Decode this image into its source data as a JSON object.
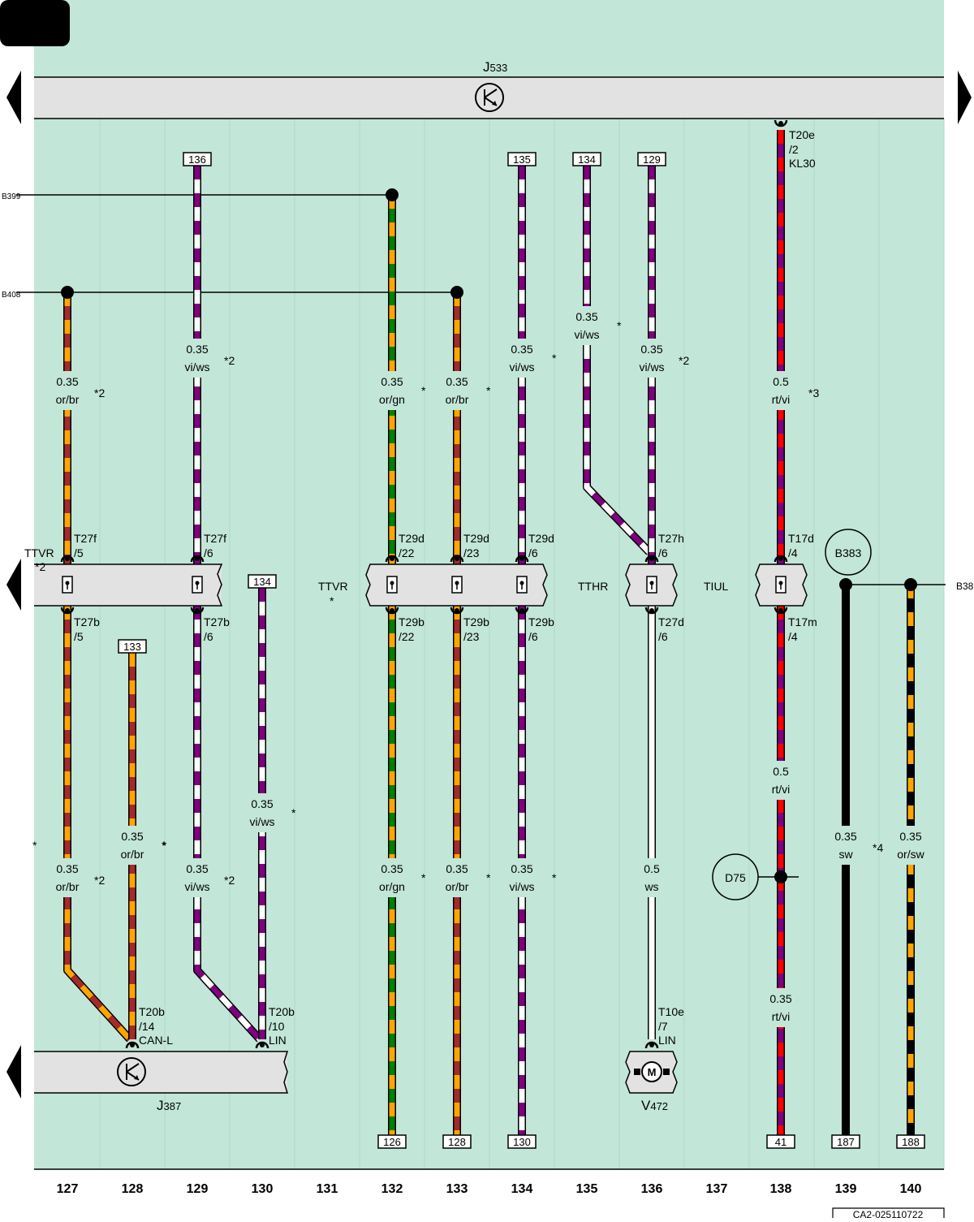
{
  "page_tag": "",
  "colors": {
    "background": "#c2e6d8",
    "module_fill": "#e2e2e2",
    "or": "#ffa500",
    "br": "#a52a2a",
    "gn": "#008000",
    "vi": "#800080",
    "ws": "#ffffff",
    "rt": "#ff0000",
    "sw": "#000000"
  },
  "modules": [
    {
      "id": "j533",
      "name": "J",
      "sub": "533",
      "icon": "control-unit-icon"
    },
    {
      "id": "j387",
      "name": "J",
      "sub": "387",
      "icon": "control-unit-icon"
    },
    {
      "id": "v472",
      "name": "V",
      "sub": "472",
      "icon": "motor-icon",
      "icon_text": "M"
    }
  ],
  "bus_bars": [
    {
      "id": "b399",
      "label": "B399"
    },
    {
      "id": "b408",
      "label": "B408"
    },
    {
      "id": "b383",
      "label": "B38"
    }
  ],
  "splices": [
    {
      "id": "b383",
      "label": "B383"
    },
    {
      "id": "d75",
      "label": "D75"
    }
  ],
  "connector_labels": [
    {
      "id": "ttvr-left",
      "text": "TTVR",
      "note": "*2"
    },
    {
      "id": "ttvr-mid",
      "text": "TTVR",
      "note": "*"
    },
    {
      "id": "tthr",
      "text": "TTHR",
      "note": ""
    },
    {
      "id": "tiul",
      "text": "TIUL",
      "note": ""
    }
  ],
  "reference_boxes": [
    "136",
    "135",
    "134",
    "129",
    "134",
    "133",
    "126",
    "128",
    "130",
    "41",
    "187",
    "188"
  ],
  "wires": [
    {
      "id": "w127a",
      "colors": [
        "or",
        "br"
      ],
      "cross_section": "0.35",
      "color_code": "or/br",
      "note": "*2"
    },
    {
      "id": "w127b",
      "colors": [
        "or",
        "br"
      ],
      "cross_section": "0.35",
      "color_code": "or/br",
      "note": "*2"
    },
    {
      "id": "w128",
      "colors": [
        "or",
        "br"
      ],
      "cross_section": "0.35",
      "color_code": "or/br",
      "note": "*"
    },
    {
      "id": "w129a",
      "colors": [
        "vi",
        "ws"
      ],
      "cross_section": "0.35",
      "color_code": "vi/ws",
      "note": "*2"
    },
    {
      "id": "w129b",
      "colors": [
        "vi",
        "ws"
      ],
      "cross_section": "0.35",
      "color_code": "vi/ws",
      "note": "*2"
    },
    {
      "id": "w130",
      "colors": [
        "vi",
        "ws"
      ],
      "cross_section": "0.35",
      "color_code": "vi/ws",
      "note": "*"
    },
    {
      "id": "w132a",
      "colors": [
        "or",
        "gn"
      ],
      "cross_section": "0.35",
      "color_code": "or/gn",
      "note": "*"
    },
    {
      "id": "w132b",
      "colors": [
        "or",
        "gn"
      ],
      "cross_section": "0.35",
      "color_code": "or/gn",
      "note": "*"
    },
    {
      "id": "w133a",
      "colors": [
        "or",
        "br"
      ],
      "cross_section": "0.35",
      "color_code": "or/br",
      "note": "*"
    },
    {
      "id": "w133b",
      "colors": [
        "or",
        "br"
      ],
      "cross_section": "0.35",
      "color_code": "or/br",
      "note": "*"
    },
    {
      "id": "w134a",
      "colors": [
        "vi",
        "ws"
      ],
      "cross_section": "0.35",
      "color_code": "vi/ws",
      "note": "*"
    },
    {
      "id": "w134b",
      "colors": [
        "vi",
        "ws"
      ],
      "cross_section": "0.35",
      "color_code": "vi/ws",
      "note": "*"
    },
    {
      "id": "w135",
      "colors": [
        "vi",
        "ws"
      ],
      "cross_section": "0.35",
      "color_code": "vi/ws",
      "note": "*"
    },
    {
      "id": "w136a",
      "colors": [
        "vi",
        "ws"
      ],
      "cross_section": "0.35",
      "color_code": "vi/ws",
      "note": "*2"
    },
    {
      "id": "w136b",
      "colors": [
        "ws"
      ],
      "cross_section": "0.5",
      "color_code": "ws",
      "note": ""
    },
    {
      "id": "w138a",
      "colors": [
        "rt",
        "vi"
      ],
      "cross_section": "0.5",
      "color_code": "rt/vi",
      "note": "*3"
    },
    {
      "id": "w138b",
      "colors": [
        "rt",
        "vi"
      ],
      "cross_section": "0.5",
      "color_code": "rt/vi",
      "note": ""
    },
    {
      "id": "w138c",
      "colors": [
        "rt",
        "vi"
      ],
      "cross_section": "0.35",
      "color_code": "rt/vi",
      "note": ""
    },
    {
      "id": "w139",
      "colors": [
        "sw"
      ],
      "cross_section": "0.35",
      "color_code": "sw",
      "note": "*4"
    },
    {
      "id": "w140",
      "colors": [
        "or",
        "sw"
      ],
      "cross_section": "0.35",
      "color_code": "or/sw",
      "note": ""
    }
  ],
  "pins": [
    {
      "id": "t27f5",
      "lines": [
        "T27f",
        "/5"
      ]
    },
    {
      "id": "t27f6",
      "lines": [
        "T27f",
        "/6"
      ]
    },
    {
      "id": "t29d22",
      "lines": [
        "T29d",
        "/22"
      ]
    },
    {
      "id": "t29d23",
      "lines": [
        "T29d",
        "/23"
      ]
    },
    {
      "id": "t29d6",
      "lines": [
        "T29d",
        "/6"
      ]
    },
    {
      "id": "t27h6",
      "lines": [
        "T27h",
        "/6"
      ]
    },
    {
      "id": "t17d4",
      "lines": [
        "T17d",
        "/4"
      ]
    },
    {
      "id": "t27b5",
      "lines": [
        "T27b",
        "/5"
      ]
    },
    {
      "id": "t27b6",
      "lines": [
        "T27b",
        "/6"
      ]
    },
    {
      "id": "t29b22",
      "lines": [
        "T29b",
        "/22"
      ]
    },
    {
      "id": "t29b23",
      "lines": [
        "T29b",
        "/23"
      ]
    },
    {
      "id": "t29b6",
      "lines": [
        "T29b",
        "/6"
      ]
    },
    {
      "id": "t27d6",
      "lines": [
        "T27d",
        "/6"
      ]
    },
    {
      "id": "t17m4",
      "lines": [
        "T17m",
        "/4"
      ]
    },
    {
      "id": "t20e2",
      "lines": [
        "T20e",
        "/2",
        "KL30"
      ]
    },
    {
      "id": "t20b14",
      "lines": [
        "T20b",
        "/14",
        "CAN-L"
      ]
    },
    {
      "id": "t20b10",
      "lines": [
        "T20b",
        "/10",
        "LIN"
      ]
    },
    {
      "id": "t10e7",
      "lines": [
        "T10e",
        "/7",
        "LIN"
      ]
    }
  ],
  "side_notes": [
    "*",
    "*",
    "*"
  ],
  "column_numbers": [
    "127",
    "128",
    "129",
    "130",
    "131",
    "132",
    "133",
    "134",
    "135",
    "136",
    "137",
    "138",
    "139",
    "140"
  ],
  "doc_code": "CA2-025110722"
}
